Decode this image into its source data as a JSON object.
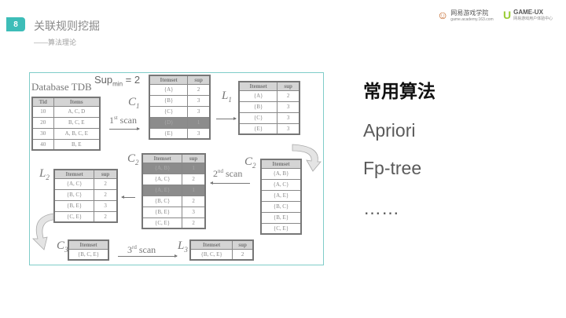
{
  "header": {
    "page_number": "8",
    "title": "关联规则挖掘",
    "subtitle": "——算法理论"
  },
  "logos": {
    "netease_name": "网易游戏学院",
    "netease_url": "game.academy.163.com",
    "gameux_name": "GAME-UX",
    "gameux_sub": "网易游戏用户体验中心"
  },
  "diagram": {
    "db_title": "Database TDB",
    "supmin": {
      "base": "Sup",
      "sub": "min",
      "value": "= 2"
    },
    "scan1": {
      "num": "1",
      "sup": "st",
      "text": " scan"
    },
    "scan2": {
      "num": "2",
      "sup": "nd",
      "text": " scan"
    },
    "scan3": {
      "num": "3",
      "sup": "rd",
      "text": " scan"
    },
    "labels": {
      "C": "C",
      "L": "L",
      "n1": "1",
      "n2": "2",
      "n3": "3"
    },
    "tables": {
      "tdb": {
        "headers": [
          "Tid",
          "Items"
        ],
        "rows": [
          [
            "10",
            "A, C, D"
          ],
          [
            "20",
            "B, C, E"
          ],
          [
            "30",
            "A, B, C, E"
          ],
          [
            "40",
            "B, E"
          ]
        ],
        "highlight": []
      },
      "c1": {
        "headers": [
          "Itemset",
          "sup"
        ],
        "rows": [
          [
            "{A}",
            "2"
          ],
          [
            "{B}",
            "3"
          ],
          [
            "{C}",
            "3"
          ],
          [
            "{D}",
            "1"
          ],
          [
            "{E}",
            "3"
          ]
        ],
        "highlight": [
          3
        ]
      },
      "l1": {
        "headers": [
          "Itemset",
          "sup"
        ],
        "rows": [
          [
            "{A}",
            "2"
          ],
          [
            "{B}",
            "3"
          ],
          [
            "{C}",
            "3"
          ],
          [
            "{E}",
            "3"
          ]
        ],
        "highlight": []
      },
      "c2": {
        "headers": [
          "Itemset",
          "sup"
        ],
        "rows": [
          [
            "{A, B}",
            "1"
          ],
          [
            "{A, C}",
            "2"
          ],
          [
            "{A, E}",
            "1"
          ],
          [
            "{B, C}",
            "2"
          ],
          [
            "{B, E}",
            "3"
          ],
          [
            "{C, E}",
            "2"
          ]
        ],
        "highlight": [
          0,
          2
        ]
      },
      "c2cand": {
        "headers": [
          "Itemset"
        ],
        "rows": [
          [
            "{A, B}"
          ],
          [
            "{A, C}"
          ],
          [
            "{A, E}"
          ],
          [
            "{B, C}"
          ],
          [
            "{B, E}"
          ],
          [
            "{C, E}"
          ]
        ],
        "highlight": []
      },
      "l2": {
        "headers": [
          "Itemset",
          "sup"
        ],
        "rows": [
          [
            "{A, C}",
            "2"
          ],
          [
            "{B, C}",
            "2"
          ],
          [
            "{B, E}",
            "3"
          ],
          [
            "{C, E}",
            "2"
          ]
        ],
        "highlight": []
      },
      "c3": {
        "headers": [
          "Itemset"
        ],
        "rows": [
          [
            "{B, C, E}"
          ]
        ],
        "highlight": []
      },
      "l3": {
        "headers": [
          "Itemset",
          "sup"
        ],
        "rows": [
          [
            "{B, C, E}",
            "2"
          ]
        ],
        "highlight": []
      }
    }
  },
  "right": {
    "heading": "常用算法",
    "items": [
      "Apriori",
      "Fp-tree",
      "……"
    ]
  }
}
